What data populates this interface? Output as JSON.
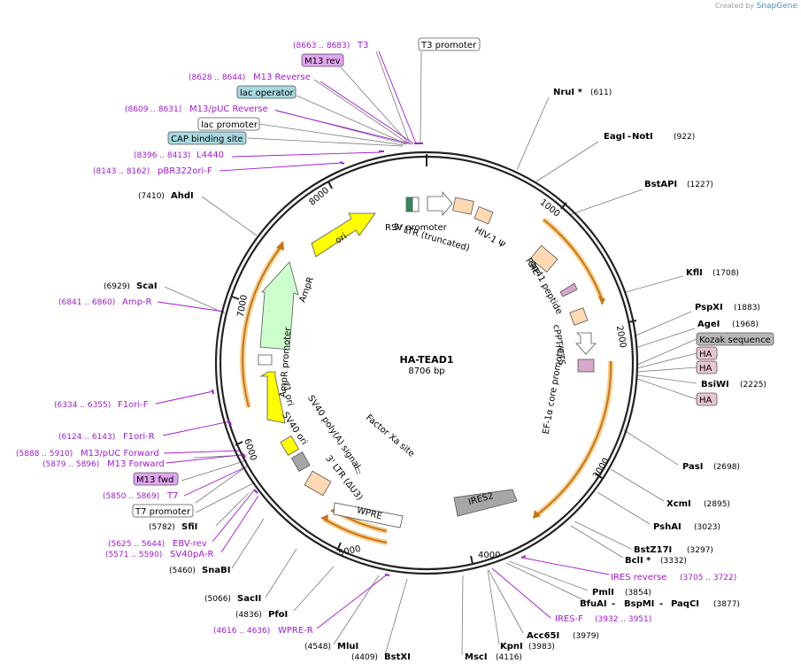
{
  "credit": {
    "prefix": "Created by",
    "brand": "SnapGene"
  },
  "plasmid": {
    "name": "HA-TEAD1",
    "length_label": "8706 bp"
  },
  "ticks": [
    "1000",
    "2000",
    "3000",
    "4000",
    "5000",
    "6000",
    "7000",
    "8000"
  ],
  "sites": [
    {
      "id": "nrui",
      "name": "NruI *",
      "pos": "(611)"
    },
    {
      "id": "eagi",
      "name": "EagI",
      "name2": "NotI",
      "pos": "(922)"
    },
    {
      "id": "bstapi",
      "name": "BstAPI",
      "pos": "(1227)"
    },
    {
      "id": "kfli",
      "name": "KflI",
      "pos": "(1708)"
    },
    {
      "id": "pspxi",
      "name": "PspXI",
      "pos": "(1883)"
    },
    {
      "id": "agei",
      "name": "AgeI",
      "pos": "(1968)"
    },
    {
      "id": "bstwi",
      "name": "BsiWI",
      "pos": "(2225)"
    },
    {
      "id": "pasi",
      "name": "PasI",
      "pos": "(2698)"
    },
    {
      "id": "xcmi",
      "name": "XcmI",
      "pos": "(2895)"
    },
    {
      "id": "pshai",
      "name": "PshAI",
      "pos": "(3023)"
    },
    {
      "id": "bstz17i",
      "name": "BstZ17I",
      "pos": "(3297)"
    },
    {
      "id": "bcli",
      "name": "BclI *",
      "pos": "(3332)"
    },
    {
      "id": "pmli",
      "name": "PmlI",
      "pos": "(3854)"
    },
    {
      "id": "bfuai",
      "name": "BfuAI",
      "name2": "BspMI",
      "name3": "PaqCI",
      "pos": "(3877)"
    },
    {
      "id": "acc65i",
      "name": "Acc65I",
      "pos": "(3979)"
    },
    {
      "id": "kpni",
      "name": "KpnI",
      "pos": "(3983)"
    },
    {
      "id": "msci",
      "name": "MscI",
      "pos": "(4116)"
    },
    {
      "id": "bstxi",
      "name": "BstXI",
      "pos": "(4409)"
    },
    {
      "id": "mlui",
      "name": "MluI",
      "pos": "(4548)"
    },
    {
      "id": "pfoi",
      "name": "PfoI",
      "pos": "(4836)"
    },
    {
      "id": "sacii",
      "name": "SacII",
      "pos": "(5066)"
    },
    {
      "id": "snabi",
      "name": "SnaBI",
      "pos": "(5460)"
    },
    {
      "id": "sfii",
      "name": "SfiI",
      "pos": "(5782)"
    },
    {
      "id": "scai",
      "name": "ScaI",
      "pos": "(6929)"
    },
    {
      "id": "ahdi",
      "name": "AhdI",
      "pos": "(7410)"
    }
  ],
  "primers": [
    {
      "id": "t3",
      "name": "T3",
      "range": "(8663 .. 8683)"
    },
    {
      "id": "m13rev",
      "name": "M13 Reverse",
      "range": "(8628 .. 8644)"
    },
    {
      "id": "m13puc",
      "name": "M13/pUC Reverse",
      "range": "(8609 .. 8631)"
    },
    {
      "id": "l4440",
      "name": "L4440",
      "range": "(8396 .. 8413)"
    },
    {
      "id": "pbr322",
      "name": "pBR322ori-F",
      "range": "(8143 .. 8162)"
    },
    {
      "id": "ampr",
      "name": "Amp-R",
      "range": "(6841 .. 6860)"
    },
    {
      "id": "f1orif",
      "name": "F1ori-F",
      "range": "(6334 .. 6355)"
    },
    {
      "id": "f1orir",
      "name": "F1ori-R",
      "range": "(6124 .. 6143)"
    },
    {
      "id": "m13pucf",
      "name": "M13/pUC Forward",
      "range": "(5888 .. 5910)"
    },
    {
      "id": "m13f",
      "name": "M13 Forward",
      "range": "(5879 .. 5896)"
    },
    {
      "id": "t7",
      "name": "T7",
      "range": "(5850 .. 5869)"
    },
    {
      "id": "ebvrev",
      "name": "EBV-rev",
      "range": "(5625 .. 5644)"
    },
    {
      "id": "sv40pa",
      "name": "SV40pA-R",
      "range": "(5571 .. 5590)"
    },
    {
      "id": "wprer",
      "name": "WPRE-R",
      "range": "(4616 .. 4636)"
    },
    {
      "id": "iresrev",
      "name": "IRES reverse",
      "range": "(3705 .. 3722)"
    },
    {
      "id": "iresf",
      "name": "IRES-F",
      "range": "(3932 .. 3951)"
    }
  ],
  "boxed": [
    {
      "id": "t3prom",
      "text": "T3 promoter",
      "style": "white"
    },
    {
      "id": "m13revbox",
      "text": "M13 rev",
      "style": "purple"
    },
    {
      "id": "lacop",
      "text": "lac operator",
      "style": "teal"
    },
    {
      "id": "lacprom",
      "text": "lac promoter",
      "style": "white"
    },
    {
      "id": "cap",
      "text": "CAP binding site",
      "style": "teal"
    },
    {
      "id": "kozak",
      "text": "Kozak sequence",
      "style": "gray"
    },
    {
      "id": "ha1",
      "text": "HA",
      "style": "pink"
    },
    {
      "id": "ha2",
      "text": "HA",
      "style": "pink"
    },
    {
      "id": "ha3",
      "text": "HA",
      "style": "pink"
    },
    {
      "id": "m13fwd",
      "text": "M13 fwd",
      "style": "purple"
    },
    {
      "id": "t7prom",
      "text": "T7 promoter",
      "style": "white"
    }
  ],
  "features": [
    {
      "id": "rsv",
      "text": "RSV promoter"
    },
    {
      "id": "ltr5",
      "text": "5' LTR (truncated)"
    },
    {
      "id": "hiv",
      "text": "HIV-1 Ψ"
    },
    {
      "id": "rre",
      "text": "RRE"
    },
    {
      "id": "gp41",
      "text": "gp41 peptide"
    },
    {
      "id": "cppt",
      "text": "cPPT/CTS"
    },
    {
      "id": "ef1a",
      "text": "EF-1α core promoter"
    },
    {
      "id": "ires2",
      "text": "IRES2"
    },
    {
      "id": "wpre",
      "text": "WPRE"
    },
    {
      "id": "ltr3",
      "text": "3' LTR (ΔU3)"
    },
    {
      "id": "sv40pa_f",
      "text": "SV40 poly(A) signal"
    },
    {
      "id": "sv40ori",
      "text": "SV40 ori"
    },
    {
      "id": "f1ori",
      "text": "f1 ori"
    },
    {
      "id": "ampprom",
      "text": "AmpR promoter"
    },
    {
      "id": "amprf",
      "text": "AmpR"
    },
    {
      "id": "ori",
      "text": "ori"
    },
    {
      "id": "factorxa",
      "text": "Factor Xa site"
    }
  ],
  "colors": {
    "backbone": "#222222",
    "enzyme_line": "#777777",
    "primer": "#a01bd0",
    "orf_arrow": "#c8751a",
    "orf_glow": "#f6cf8a",
    "ori_yellow": "#ffff00",
    "ampr_green": "#ccffcc",
    "ltr_peach": "#ffd9b3",
    "ires_gray": "#a6a6a6"
  }
}
